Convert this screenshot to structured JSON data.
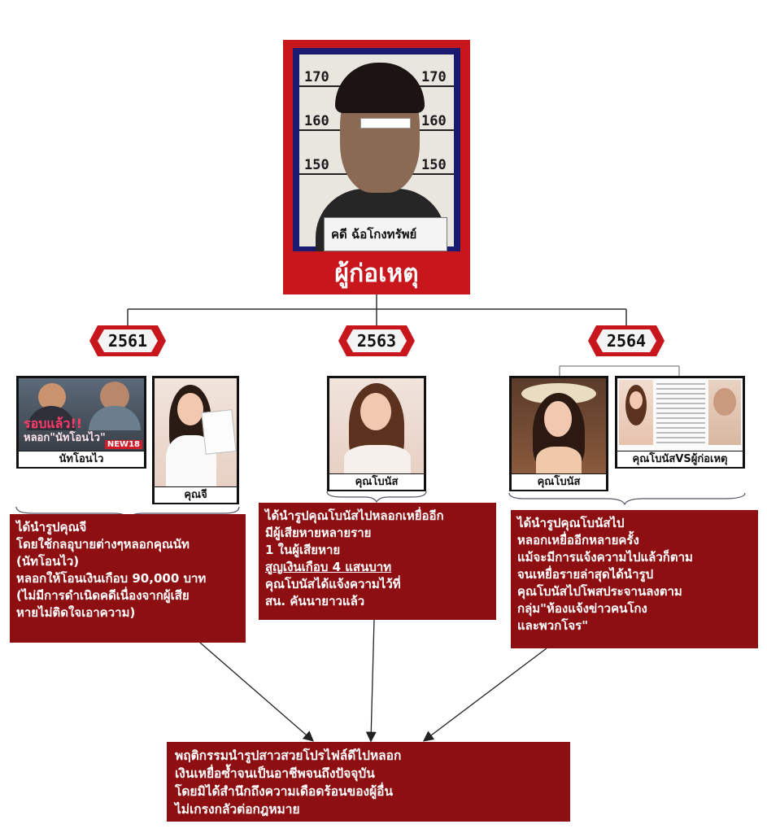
{
  "suspect": {
    "title": "ผู้ก่อเหตุ",
    "nameplate": "คดี ฉ้อโกงทรัพย์",
    "height_marks": [
      "170",
      "160",
      "150"
    ]
  },
  "years": [
    "2561",
    "2563",
    "2564"
  ],
  "photos": {
    "p1": {
      "caption": "นัทโอนไว",
      "headline_1": "รอบแล้ว!!",
      "headline_2": "หลอก\"นัทโอนไว\"",
      "logo": "NEW18"
    },
    "p2": {
      "caption": "คุณจี"
    },
    "p3": {
      "caption": "คุณโบนัส"
    },
    "p4": {
      "caption": "คุณโบนัส"
    },
    "p5": {
      "caption": "คุณโบนัสVSผู้ก่อเหตุ"
    }
  },
  "descriptions": {
    "d1": [
      "ได้นำรูปคุณจี",
      "โดยใช้กลอุบายต่างๆหลอกคุณนัท",
      "(นัทโอนไว)",
      "หลอกให้โอนเงินเกือบ 90,000 บาท",
      "(ไม่มีการดำเนิดคดีเนื่องจากผู้เสีย",
      "หายไม่ติดใจเอาความ)"
    ],
    "d2": [
      "ได้นำรูปคุณโบนัสไปหลอกเหยื่ออีก",
      "มีผู้เสียหายหลายราย",
      "1 ในผู้เสียหาย",
      "สูญเงินเกือบ 4 แสนบาท",
      "คุณโบนัสได้แจ้งความไว้ที่",
      "สน. คันนายาวแล้ว"
    ],
    "d3": [
      "ได้นำรูปคุณโบนัสไป",
      "หลอกเหยื่ออีกหลายครั้ง",
      "แม้จะมีการแจ้งความไปแล้วก็ตาม",
      "จนเหยื่อรายล่าสุดได้นำรูป",
      "คุณโบนัสไปโพสประจานลงตาม",
      "กลุ่ม\"ห้องแจ้งข่าวคนโกง",
      "และพวกโจร\""
    ]
  },
  "conclusion": [
    "พฤติกรรมนำรูปสาวสวยโปรไฟล์ดีไปหลอก",
    "เงินเหยื่อซ้ำจนเป็นอาชีพจนถึงปัจจุบัน",
    "โดยมิได้สำนึกถึงความเดือดร้อนของผู้อื่น",
    "ไม่เกรงกลัวต่อกฎหมาย"
  ],
  "colors": {
    "accent_red": "#c8161d",
    "box_red": "#8e0f12"
  }
}
